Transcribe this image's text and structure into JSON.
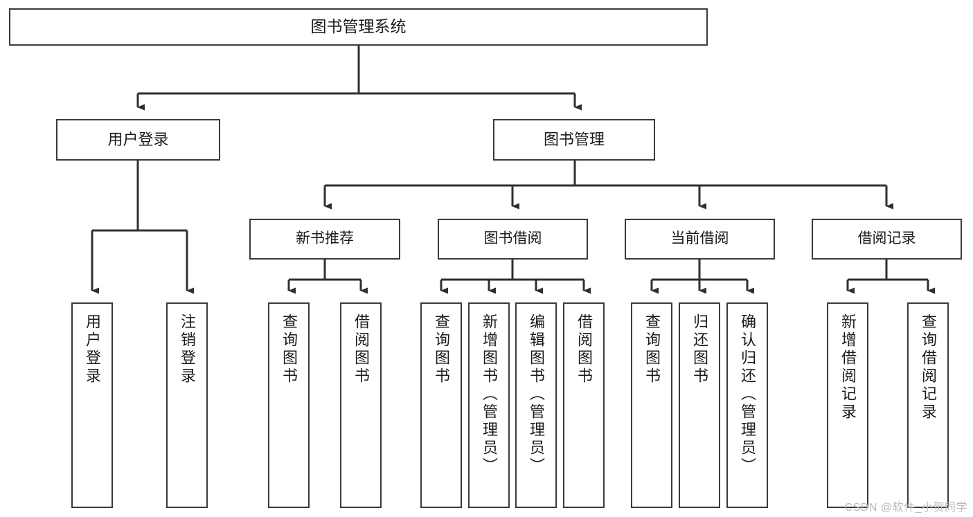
{
  "diagram": {
    "type": "tree-hierarchy-flowchart",
    "title": "图书管理系统",
    "colors": {
      "box_border": "#3a3a3a",
      "box_fill": "#ffffff",
      "connector": "#2f2f2f",
      "text": "#1b1b1b",
      "watermark": "#b9b9b9"
    },
    "root": {
      "id": "root",
      "label": "图书管理系统"
    },
    "tier2": [
      {
        "id": "user-login",
        "label": "用户登录"
      },
      {
        "id": "book-manage",
        "label": "图书管理"
      }
    ],
    "tier3": [
      {
        "id": "new-book-rec",
        "label": "新书推荐",
        "parent": "book-manage"
      },
      {
        "id": "book-borrow",
        "label": "图书借阅",
        "parent": "book-manage"
      },
      {
        "id": "current-borrow",
        "label": "当前借阅",
        "parent": "book-manage"
      },
      {
        "id": "borrow-record",
        "label": "借阅记录",
        "parent": "book-manage"
      }
    ],
    "leaves": [
      {
        "id": "leaf-user-login",
        "label": "用户登录",
        "parent": "user-login"
      },
      {
        "id": "leaf-user-logout",
        "label": "注销登录",
        "parent": "user-login"
      },
      {
        "id": "leaf-rec-query",
        "label": "查询图书",
        "parent": "new-book-rec"
      },
      {
        "id": "leaf-rec-borrow",
        "label": "借阅图书",
        "parent": "new-book-rec"
      },
      {
        "id": "leaf-borrow-query",
        "label": "查询图书",
        "parent": "book-borrow"
      },
      {
        "id": "leaf-borrow-add",
        "label": "新增图书（管理员）",
        "parent": "book-borrow"
      },
      {
        "id": "leaf-borrow-edit",
        "label": "编辑图书（管理员）",
        "parent": "book-borrow"
      },
      {
        "id": "leaf-borrow-do",
        "label": "借阅图书",
        "parent": "book-borrow"
      },
      {
        "id": "leaf-cur-query",
        "label": "查询图书",
        "parent": "current-borrow"
      },
      {
        "id": "leaf-cur-return",
        "label": "归还图书",
        "parent": "current-borrow"
      },
      {
        "id": "leaf-cur-confirm",
        "label": "确认归还（管理员）",
        "parent": "current-borrow"
      },
      {
        "id": "leaf-rec-add",
        "label": "新增借阅记录",
        "parent": "borrow-record"
      },
      {
        "id": "leaf-rec-query-record",
        "label": "查询借阅记录",
        "parent": "borrow-record"
      }
    ],
    "watermark": "CSDN @软件_小贺同学"
  }
}
